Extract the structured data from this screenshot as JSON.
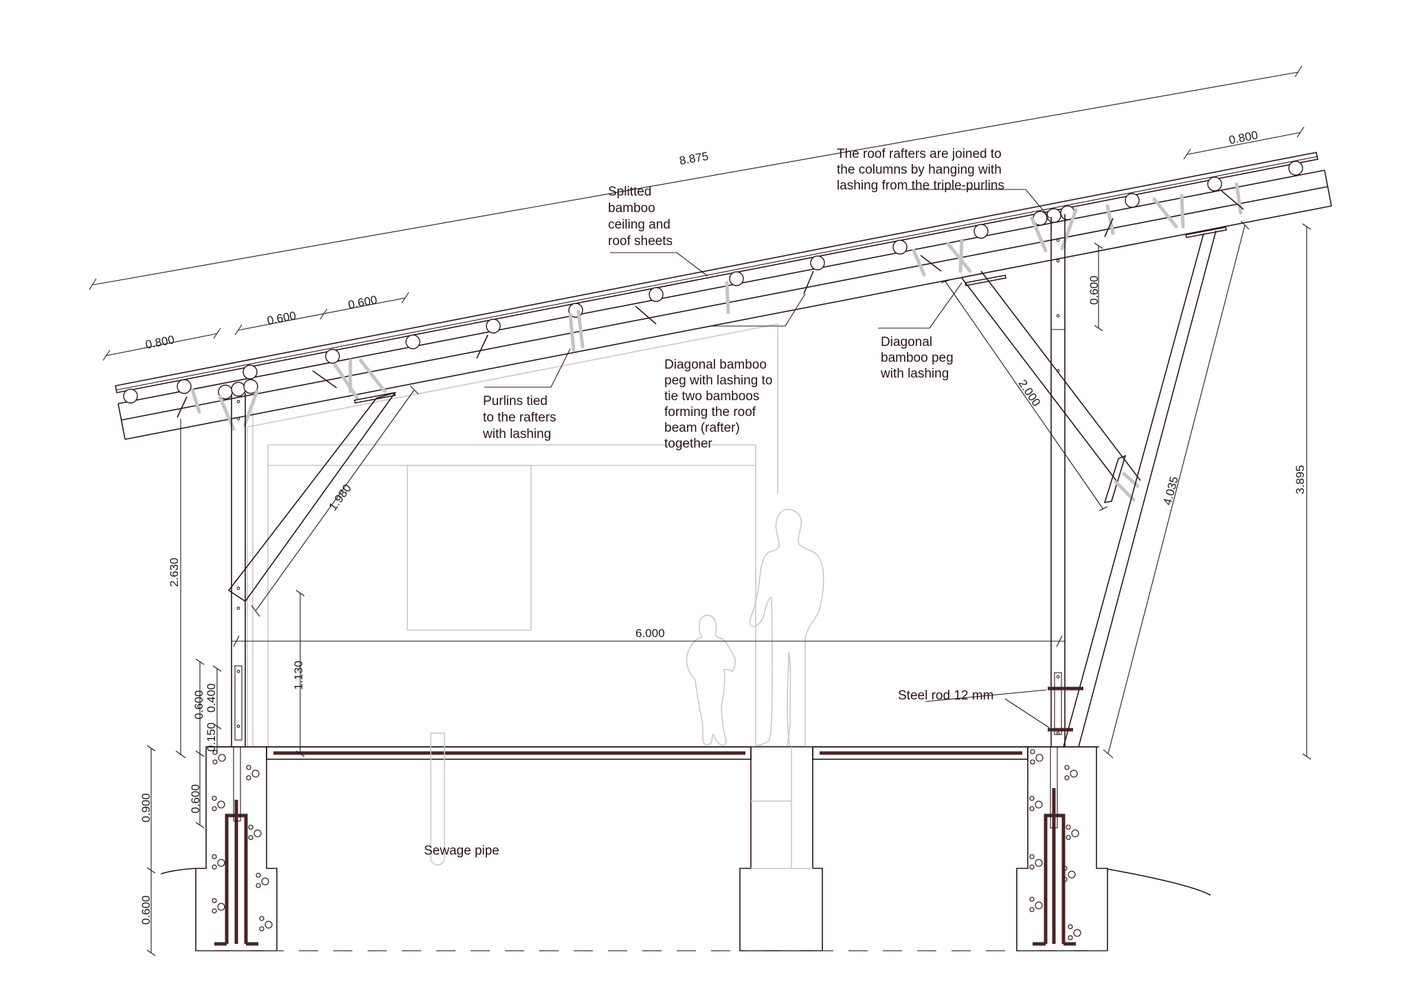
{
  "drawing": {
    "title": "Bamboo shelter structural section",
    "colors": {
      "line": "#2a1416",
      "dimension": "#1a1a1a",
      "background_outline": "#c9c9c9",
      "lashing": "#c4c4c4",
      "rebar": "#4a2326"
    }
  },
  "annotations": {
    "roof_sheets": [
      "Splitted",
      "bamboo",
      "ceiling and",
      "roof sheets"
    ],
    "rafter_hanging": [
      "The roof rafters are joined to",
      "the columns by hanging with",
      "lashing from the triple-purlins"
    ],
    "purlins_tied": [
      "Purlins tied",
      "to the rafters",
      "with lashing"
    ],
    "diagonal_peg_rafter": [
      "Diagonal bamboo",
      "peg with lashing to",
      "tie two bamboos",
      "forming the roof",
      "beam (rafter)",
      "together"
    ],
    "diagonal_peg": [
      "Diagonal",
      "bamboo peg",
      "with lashing"
    ],
    "steel_rod": "Steel rod 12 mm",
    "sewage_pipe": "Sewage pipe"
  },
  "dimensions": {
    "roof_length": "8.875",
    "left_overhang": "0.800",
    "purlin_spacing_1": "0.600",
    "purlin_spacing_2": "0.600",
    "right_overhang": "0.800",
    "left_brace": "1.980",
    "left_column_height": "2.630",
    "span": "6.000",
    "floor_to_window": "1.130",
    "base_0600": "0.600",
    "base_0400": "0.400",
    "base_0150": "0.150",
    "footing_upper": "0.600",
    "footing_total": "0.900",
    "footing_lower": "0.600",
    "right_brace": "2.000",
    "right_column_top": "0.600",
    "right_strut": "4.035",
    "right_height": "3.895"
  }
}
